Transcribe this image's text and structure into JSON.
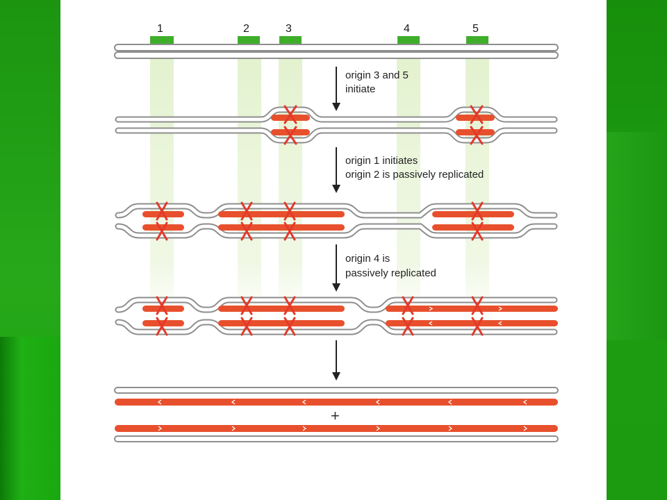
{
  "origins": [
    "1",
    "2",
    "3",
    "4",
    "5"
  ],
  "steps": [
    {
      "line1": "origin 3 and 5",
      "line2": "initiate"
    },
    {
      "line1": "origin 1 initiates",
      "line2": "origin 2 is passively replicated"
    },
    {
      "line1": "origin 4 is",
      "line2": "passively replicated"
    }
  ],
  "plus_sign": "+",
  "colors": {
    "parental_strand": "#9b9b9b",
    "new_strand": "#e8502d",
    "origin_marker": "#3fae2a",
    "fork_mark": "#e23a2a",
    "background": "#1f9a14"
  }
}
